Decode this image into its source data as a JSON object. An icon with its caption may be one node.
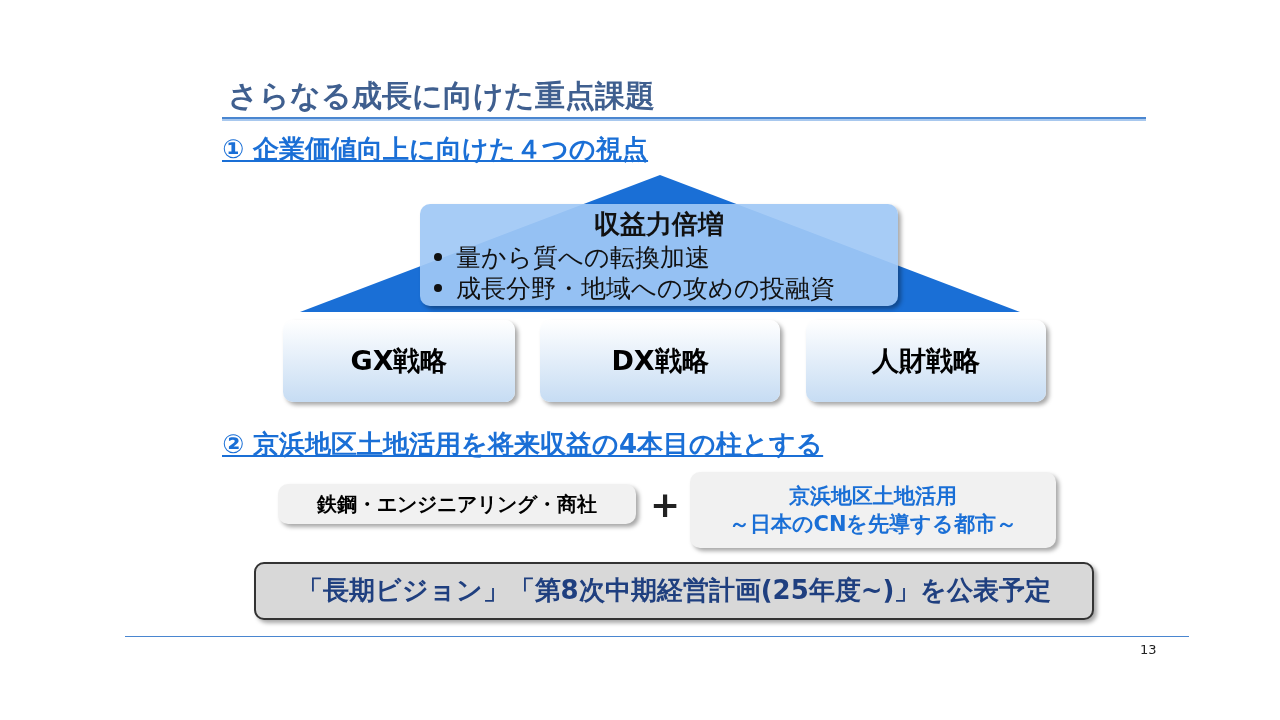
{
  "diagram": {
    "title": "さらなる成長に向けた重点課題",
    "nodes": [
      {
        "text": [
          "収益力倍増",
          "量から質への転換加速",
          "成長分野・地域への攻めの投融資"
        ]
      },
      {
        "text": [
          "GX戦略"
        ]
      },
      {
        "text": [
          "DX戦略"
        ]
      },
      {
        "text": [
          "人財戦略"
        ]
      },
      {
        "text": [
          "鉄鋼・エンジニアリング・商社"
        ]
      },
      {
        "text": [
          "京浜地区土地活用",
          "～日本のCNを先導する都市～"
        ]
      },
      {
        "text": [
          "「長期ビジョン」「第8次中期経営計画(25年度~)」を公表予定"
        ]
      }
    ],
    "edges": [],
    "labels": [
      "① 企業価値向上に向けた４つの視点",
      "② 京浜地区土地活用を将来収益の4本目の柱とする",
      "+",
      "13"
    ]
  }
}
